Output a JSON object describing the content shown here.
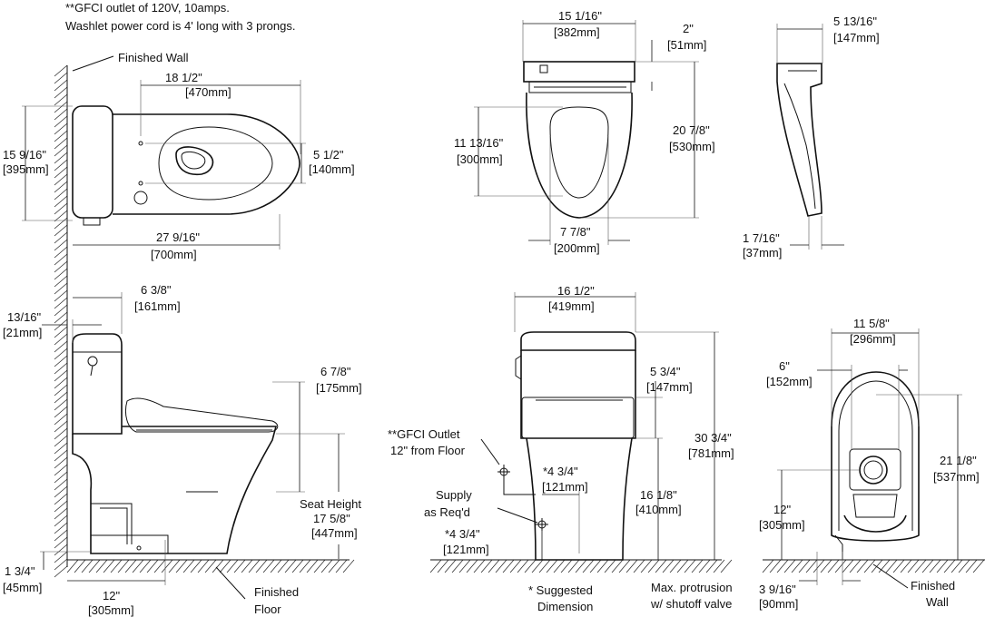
{
  "notes": {
    "gfci_line": "**GFCI outlet of 120V, 10amps.",
    "cord_line": "Washlet power cord is 4' long with 3 prongs."
  },
  "labels": {
    "finished_wall_top": "Finished Wall",
    "seat_height_title": "Seat Height",
    "gfci_outlet_1": "**GFCI Outlet",
    "gfci_outlet_2": "12\" from Floor",
    "supply_1": "Supply",
    "supply_2": "as Req'd",
    "finished_floor_1": "Finished",
    "finished_floor_2": "Floor",
    "suggested_1": "* Suggested",
    "suggested_2": "Dimension",
    "max_protrusion_1": "Max. protrusion",
    "max_protrusion_2": "w/ shutoff valve",
    "finished_wall_br_1": "Finished",
    "finished_wall_br_2": "Wall"
  },
  "dimensions": {
    "top_length": {
      "in": "18 1/2\"",
      "mm": "[470mm]"
    },
    "top_depth": {
      "in": "15 9/16\"",
      "mm": "[395mm]"
    },
    "top_holes": {
      "in": "5 1/2\"",
      "mm": "[140mm]"
    },
    "top_overall": {
      "in": "27 9/16\"",
      "mm": "[700mm]"
    },
    "seat_width": {
      "in": "15 1/16\"",
      "mm": "[382mm]"
    },
    "seat_back": {
      "in": "2\"",
      "mm": "[51mm]"
    },
    "seat_open_len": {
      "in": "11 13/16\"",
      "mm": "[300mm]"
    },
    "seat_len": {
      "in": "20 7/8\"",
      "mm": "[530mm]"
    },
    "seat_open_width": {
      "in": "7 7/8\"",
      "mm": "[200mm]"
    },
    "profile_top": {
      "in": "5 13/16\"",
      "mm": "[147mm]"
    },
    "profile_bottom": {
      "in": "1 7/16\"",
      "mm": "[37mm]"
    },
    "tank_top": {
      "in": "6 3/8\"",
      "mm": "[161mm]"
    },
    "wall_gap": {
      "in": "13/16\"",
      "mm": "[21mm]"
    },
    "seat_lid": {
      "in": "6 7/8\"",
      "mm": "[175mm]"
    },
    "seat_height": {
      "in": "17 5/8\"",
      "mm": "[447mm]"
    },
    "floor_rise": {
      "in": "1 3/4\"",
      "mm": "[45mm]"
    },
    "rough_in": {
      "in": "12\"",
      "mm": "[305mm]"
    },
    "front_width": {
      "in": "16 1/2\"",
      "mm": "[419mm]"
    },
    "front_seat": {
      "in": "5 3/4\"",
      "mm": "[147mm]"
    },
    "front_height": {
      "in": "30 3/4\"",
      "mm": "[781mm]"
    },
    "front_bowl": {
      "in": "16 1/8\"",
      "mm": "[410mm]"
    },
    "supply_off": {
      "in": "*4 3/4\"",
      "mm": "[121mm]"
    },
    "supply_up": {
      "in": "*4 3/4\"",
      "mm": "[121mm]"
    },
    "rear_width": {
      "in": "11 5/8\"",
      "mm": "[296mm]"
    },
    "rear_inner": {
      "in": "6\"",
      "mm": "[152mm]"
    },
    "rear_height": {
      "in": "21 1/8\"",
      "mm": "[537mm]"
    },
    "rear_outlet": {
      "in": "12\"",
      "mm": "[305mm]"
    },
    "rear_protrusion": {
      "in": "3 9/16\"",
      "mm": "[90mm]"
    }
  }
}
